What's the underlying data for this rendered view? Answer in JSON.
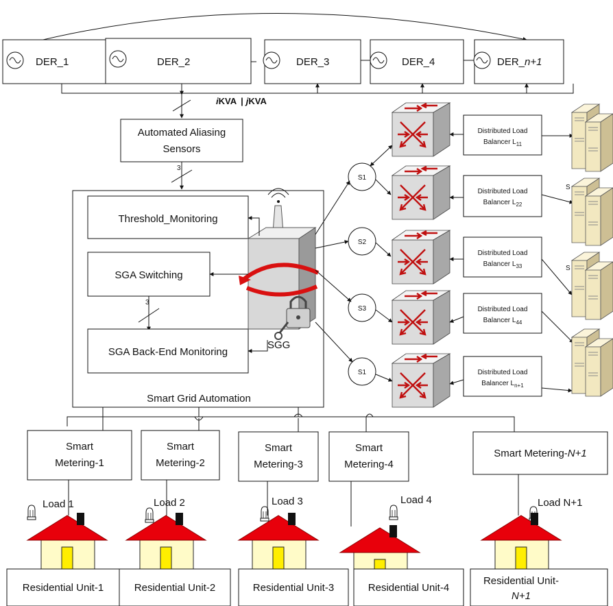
{
  "der_units": [
    {
      "name": "DER_1",
      "ital": ""
    },
    {
      "name": "DER_2",
      "ital": ""
    },
    {
      "name": "DER_3",
      "ital": ""
    },
    {
      "name": "DER_4",
      "ital": ""
    },
    {
      "name": "DER_",
      "ital": "n+1"
    }
  ],
  "bus_label": {
    "i": "i",
    "kva1": "KVA",
    "sep": "|",
    "j": "j",
    "kva2": "KVA"
  },
  "count_marks": {
    "mark1": "3",
    "mark2": "3"
  },
  "sensor_box": {
    "line1": "Automated Aliasing",
    "line2": "Sensors"
  },
  "automation": {
    "threshold": "Threshold_Monitoring",
    "switching": "SGA Switching",
    "backend": "SGA Back-End Monitoring",
    "gateway": "SGG",
    "caption": "Smart Grid Automation"
  },
  "switch_nodes": [
    "S1",
    "S2",
    "S3",
    "S1"
  ],
  "balancers": [
    {
      "line1": "Distributed Load",
      "line2": "Balancer L",
      "sub": "11"
    },
    {
      "line1": "Distributed Load",
      "line2": "Balancer L",
      "sub": "22"
    },
    {
      "line1": "Distributed Load",
      "line2": "Balancer L",
      "sub": "33"
    },
    {
      "line1": "Distributed Load",
      "line2": "Balancer L",
      "sub": "44"
    },
    {
      "line1": "Distributed Load",
      "line2": "Balancer L",
      "sub": "n+1"
    }
  ],
  "meters": [
    {
      "line1": "Smart",
      "line2": "Metering-1"
    },
    {
      "line1": "Smart",
      "line2": "Metering-2"
    },
    {
      "line1": "Smart",
      "line2": "Metering-3"
    },
    {
      "line1": "Smart",
      "line2": "Metering-4"
    },
    {
      "line1": "Smart Metering-",
      "ital": "N+1"
    }
  ],
  "loads": [
    "Load 1",
    "Load 2",
    "Load 3",
    "Load 4",
    "Load N+1"
  ],
  "units": [
    {
      "line1": "Residential Unit-1"
    },
    {
      "line1": "Residential Unit-2"
    },
    {
      "line1": "Residential Unit-3"
    },
    {
      "line1": "Residential Unit-4"
    },
    {
      "line1": "Residential Unit-",
      "line2": "N+1"
    }
  ],
  "server_tags": [
    "S",
    "S"
  ],
  "colors": {
    "roof": "#e8000b",
    "wall": "#fffbc8",
    "door": "#ffee00",
    "chimney": "#111111",
    "switch_arrow": "#cc1111",
    "server": "#f5ecc7"
  }
}
